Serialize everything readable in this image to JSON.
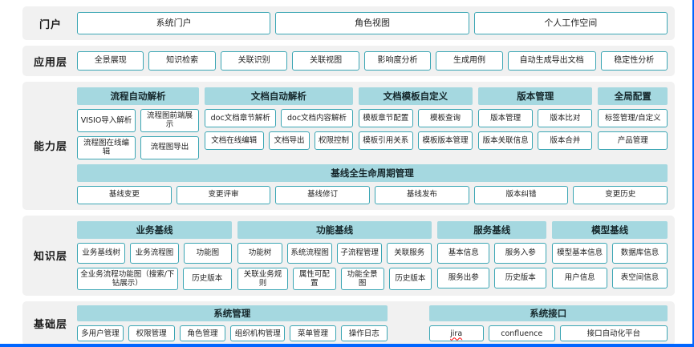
{
  "colors": {
    "row_bg": "#f1f1f1",
    "header_fill": "#a5d8e0",
    "box_border": "#3ba6b4",
    "box_bg": "#ffffff",
    "text": "#1f1f1f",
    "accent": "#0066ff",
    "spellcheck": "#ff0000"
  },
  "layers": [
    {
      "id": "portal",
      "label": "门户",
      "boxes": [
        {
          "label": "系统门户"
        },
        {
          "label": "角色视图"
        },
        {
          "label": "个人工作空间"
        }
      ]
    },
    {
      "id": "app",
      "label": "应用层",
      "boxes": [
        {
          "label": "全景展现"
        },
        {
          "label": "知识检索"
        },
        {
          "label": "关联识别"
        },
        {
          "label": "关联视图"
        },
        {
          "label": "影响度分析"
        },
        {
          "label": "生成用例"
        },
        {
          "label": "自动生成导出文档",
          "flex": 1.35
        },
        {
          "label": "稳定性分析"
        }
      ]
    },
    {
      "id": "capability",
      "label": "能力层",
      "groups": [
        {
          "header": "流程自动解析",
          "flex": 158,
          "rows": [
            [
              {
                "label": "VISIO导入解析"
              },
              {
                "label": "流程图前端展示"
              }
            ],
            [
              {
                "label": "流程图在线编辑"
              },
              {
                "label": "流程图导出"
              }
            ]
          ]
        },
        {
          "header": "文档自动解析",
          "flex": 192,
          "rows": [
            [
              {
                "label": "doc文档章节解析"
              },
              {
                "label": "doc文档内容解析"
              }
            ],
            [
              {
                "label": "文档在线编辑",
                "flex": 1.5
              },
              {
                "label": "文档导出"
              },
              {
                "label": "权限控制",
                "flex": 0.9
              }
            ]
          ]
        },
        {
          "header": "文档模板自定义",
          "flex": 148,
          "rows": [
            [
              {
                "label": "模板章节配置"
              },
              {
                "label": "模板查询"
              }
            ],
            [
              {
                "label": "模板引用关系"
              },
              {
                "label": "模板版本管理"
              }
            ]
          ]
        },
        {
          "header": "版本管理",
          "flex": 148,
          "rows": [
            [
              {
                "label": "版本管理"
              },
              {
                "label": "版本比对"
              }
            ],
            [
              {
                "label": "版本关联信息"
              },
              {
                "label": "版本合并"
              }
            ]
          ]
        },
        {
          "header": "全局配置",
          "flex": 90,
          "rows": [
            [
              {
                "label": "标签管理/自定义"
              }
            ],
            [
              {
                "label": "产品管理"
              }
            ]
          ]
        }
      ],
      "band": {
        "header": "基线全生命周期管理",
        "boxes": [
          {
            "label": "基线变更"
          },
          {
            "label": "变更评审"
          },
          {
            "label": "基线修订"
          },
          {
            "label": "基线发布"
          },
          {
            "label": "版本纠错"
          },
          {
            "label": "变更历史"
          }
        ]
      }
    },
    {
      "id": "knowledge",
      "label": "知识层",
      "groups": [
        {
          "header": "业务基线",
          "flex": 196,
          "rows": [
            [
              {
                "label": "业务基线树"
              },
              {
                "label": "业务流程图"
              },
              {
                "label": "功能图"
              }
            ],
            [
              {
                "label": "全业务流程功能图（搜索/下钻展示）",
                "flex": 2.2
              },
              {
                "label": "历史版本"
              }
            ]
          ]
        },
        {
          "header": "功能基线",
          "flex": 246,
          "rows": [
            [
              {
                "label": "功能树"
              },
              {
                "label": "系统流程图"
              },
              {
                "label": "子流程管理"
              },
              {
                "label": "关联服务"
              }
            ],
            [
              {
                "label": "关联业务规则",
                "flex": 1.2
              },
              {
                "label": "属性可配置"
              },
              {
                "label": "功能全景图"
              },
              {
                "label": "历史版本"
              }
            ]
          ]
        },
        {
          "header": "服务基线",
          "flex": 138,
          "rows": [
            [
              {
                "label": "基本信息"
              },
              {
                "label": "服务入参"
              }
            ],
            [
              {
                "label": "服务出参"
              },
              {
                "label": "历史版本"
              }
            ]
          ]
        },
        {
          "header": "模型基线",
          "flex": 146,
          "rows": [
            [
              {
                "label": "模型基本信息"
              },
              {
                "label": "数据库信息"
              }
            ],
            [
              {
                "label": "用户信息"
              },
              {
                "label": "表空间信息"
              }
            ]
          ]
        }
      ]
    },
    {
      "id": "base",
      "label": "基础层",
      "groups": [
        {
          "header": "系统管理",
          "flex": 390,
          "rows": [
            [
              {
                "label": "多用户管理"
              },
              {
                "label": "权限管理"
              },
              {
                "label": "角色管理"
              },
              {
                "label": "组织机构管理",
                "flex": 1.2
              },
              {
                "label": "菜单管理"
              },
              {
                "label": "操作日志"
              }
            ]
          ]
        },
        {
          "header": "系统接口",
          "flex": 300,
          "rows": [
            [
              {
                "label": "jira",
                "squiggle": true
              },
              {
                "label": "confluence",
                "flex": 1.25
              },
              {
                "label": "接口自动化平台",
                "flex": 2.1
              }
            ]
          ]
        }
      ]
    }
  ]
}
